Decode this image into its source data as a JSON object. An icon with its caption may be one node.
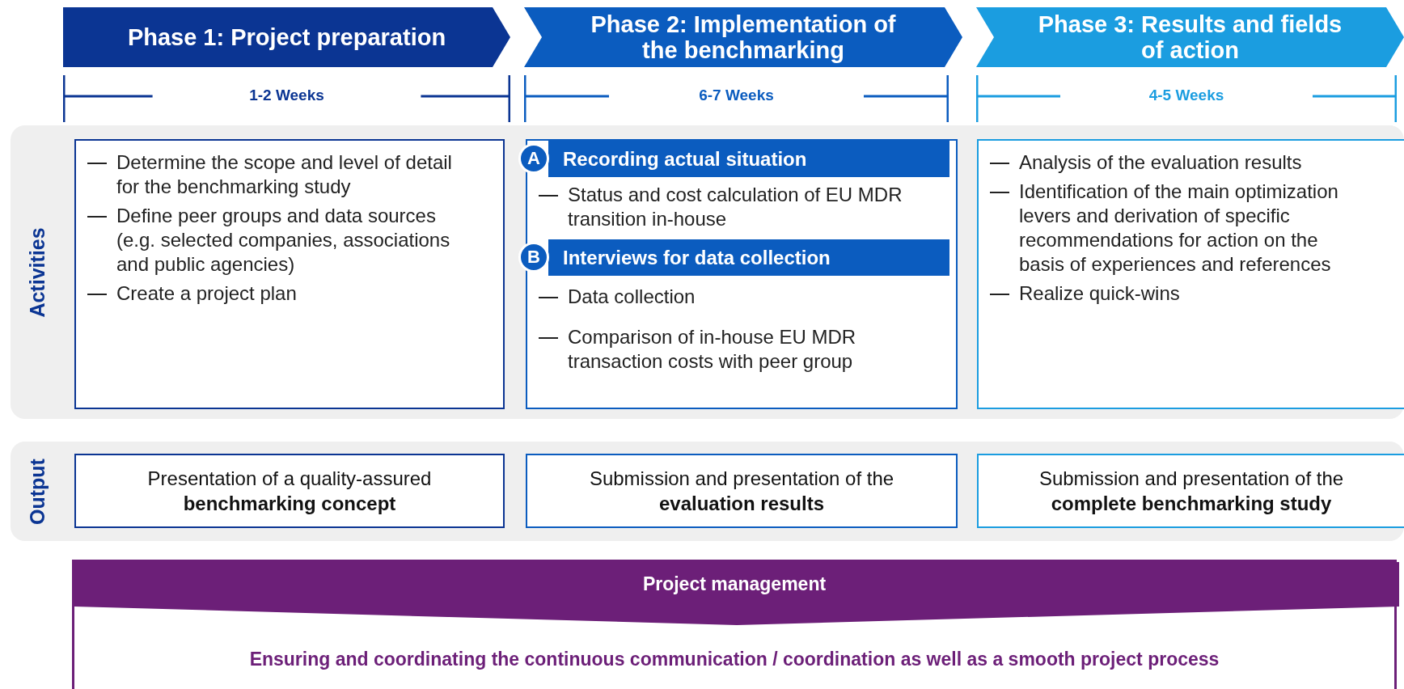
{
  "diagram": {
    "nodes": [
      {
        "text": [
          "Phase 1: Project preparation"
        ]
      },
      {
        "text": [
          "Phase 2: Implementation of the benchmarking"
        ]
      },
      {
        "text": [
          "Phase 3: Results and fields of action"
        ]
      },
      {
        "text": [
          "Activities"
        ]
      },
      {
        "text": [
          "Determine the scope and level of detail for the benchmarking study",
          "Define peer groups and data sources (e.g. selected companies, associations and public agencies)",
          "Create a project plan"
        ],
        "in": 3
      },
      {
        "text": [
          "Status and cost calculation of EU MDR transition in-house",
          "Data collection",
          "Comparison of in-house EU MDR transaction costs with peer group"
        ],
        "in": 3
      },
      {
        "text": [
          "A"
        ],
        "in": 5
      },
      {
        "text": [
          "Recording actual situation"
        ],
        "in": 5
      },
      {
        "text": [
          "B"
        ],
        "in": 5
      },
      {
        "text": [
          "Interviews for data collection"
        ],
        "in": 5
      },
      {
        "text": [
          "Analysis of the evaluation results",
          "Identification of the main optimization levers and derivation of specific recommendations for action on the basis of experiences and references",
          "Realize quick-wins"
        ],
        "in": 3
      },
      {
        "text": [
          "Output"
        ]
      },
      {
        "text": [
          "Presentation of a quality-assured **benchmarking concept**"
        ],
        "in": 11
      },
      {
        "text": [
          "Submission and presentation of the **evaluation results**"
        ],
        "in": 11
      },
      {
        "text": [
          "Submission and presentation of the **complete benchmarking study**"
        ],
        "in": 11
      },
      {
        "text": [
          "Project management",
          "Ensuring and coordinating the continuous communication / coordination as well as a smooth project process"
        ]
      }
    ],
    "labels": [
      "1-2 Weeks",
      "6-7 Weeks",
      "4-5 Weeks"
    ]
  }
}
